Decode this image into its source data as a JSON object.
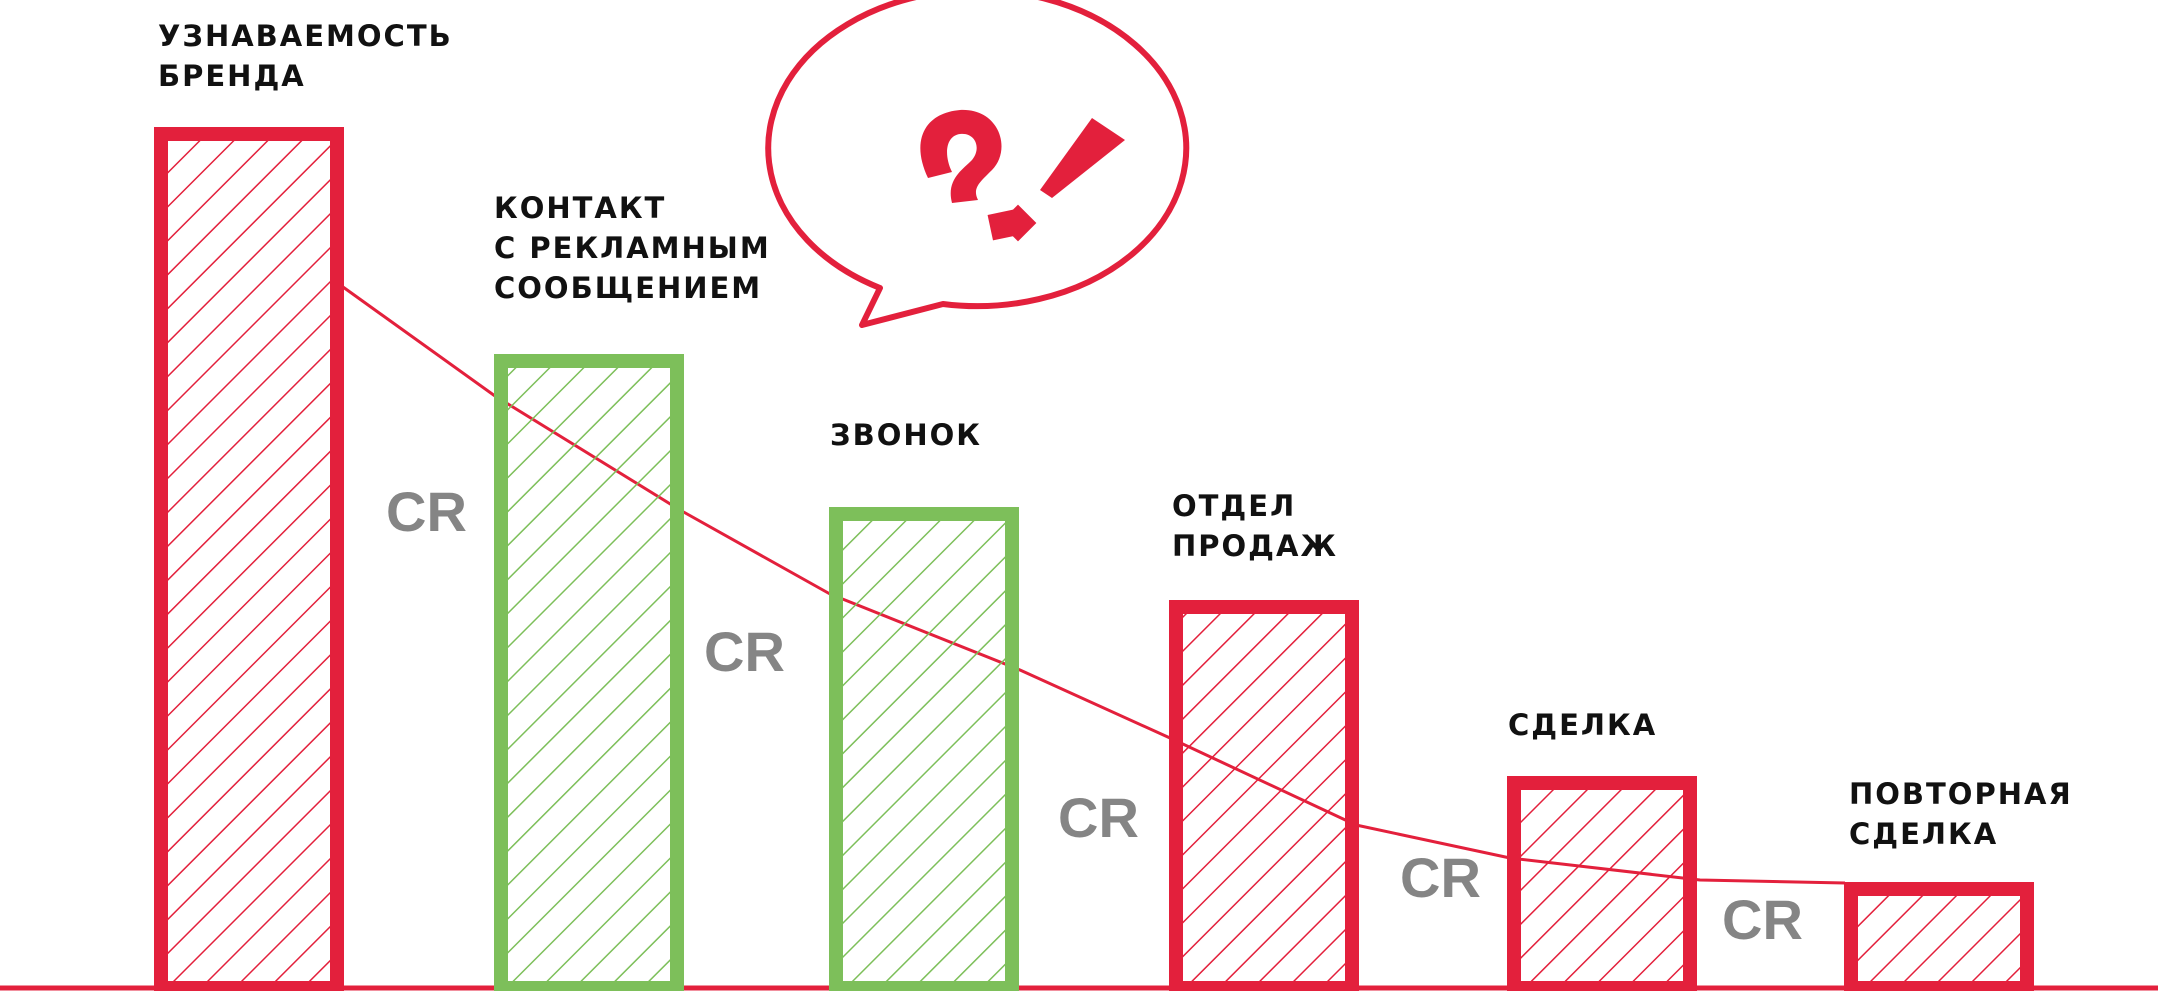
{
  "colors": {
    "red": "#e3203c",
    "green": "#7dbf5a",
    "cr_gray": "#858585",
    "label": "#111111"
  },
  "stages": [
    {
      "label": "УЗНАВАЕМОСТЬ\nБРЕНДА",
      "color": "red"
    },
    {
      "label": "КОНТАКТ\nС РЕКЛАМНЫМ\nСООБЩЕНИЕМ",
      "color": "green"
    },
    {
      "label": "ЗВОНОК",
      "color": "green"
    },
    {
      "label": "ОТДЕЛ\nПРОДАЖ",
      "color": "red"
    },
    {
      "label": "СДЕЛКА",
      "color": "red"
    },
    {
      "label": "ПОВТОРНАЯ\nСДЕЛКА",
      "color": "red"
    }
  ],
  "conversions": [
    "CR",
    "CR",
    "CR",
    "CR",
    "CR"
  ],
  "speech_bubble": {
    "icon": "question-exclamation-icon",
    "color": "red"
  }
}
